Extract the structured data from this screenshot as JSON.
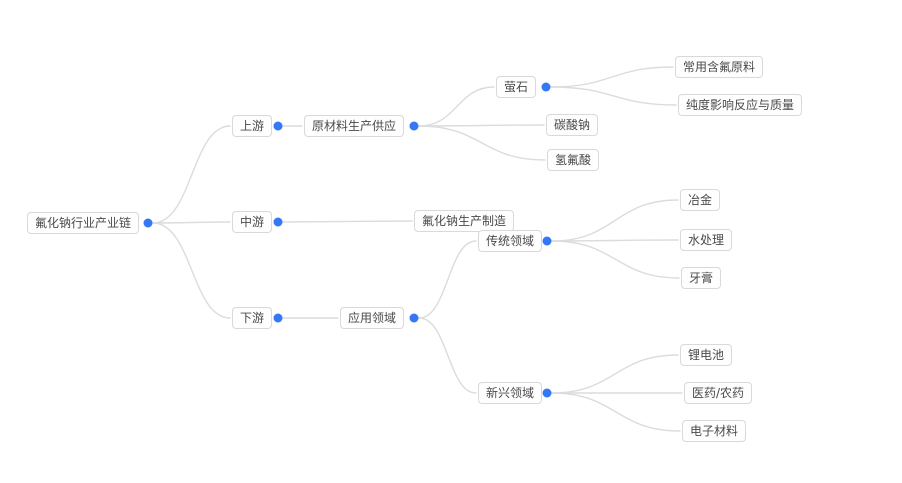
{
  "canvas": {
    "background": "#ffffff",
    "node_background": "#fefefe",
    "node_border_color": "#d9d9d9",
    "node_text_color": "#4a4a4a",
    "edge_color": "#dcdcdc",
    "dot_color": "#3478f6"
  },
  "nodes": {
    "root": "氟化钠行业产业链",
    "upstream": "上游",
    "raw_material_supply": "原材料生产供应",
    "fluorite": "萤石",
    "common_fluorine_material": "常用含氟原料",
    "purity_quality": "纯度影响反应与质量",
    "soda_ash": "碳酸钠",
    "hydrofluoric_acid": "氢氟酸",
    "midstream": "中游",
    "naf_manufacturing": "氟化钠生产制造",
    "downstream": "下游",
    "application_fields": "应用领域",
    "traditional_fields": "传统领域",
    "metallurgy": "冶金",
    "water_treatment": "水处理",
    "toothpaste": "牙膏",
    "emerging_fields": "新兴领域",
    "lithium_battery": "锂电池",
    "pharma_pesticide": "医药/农药",
    "electronic_materials": "电子材料"
  },
  "hierarchy": {
    "氟化钠行业产业链": {
      "上游": {
        "原材料生产供应": {
          "萤石": [
            "常用含氟原料",
            "纯度影响反应与质量"
          ],
          "碳酸钠": [],
          "氢氟酸": []
        }
      },
      "中游": {
        "氟化钠生产制造": []
      },
      "下游": {
        "应用领域": {
          "传统领域": [
            "冶金",
            "水处理",
            "牙膏"
          ],
          "新兴领域": [
            "锂电池",
            "医药/农药",
            "电子材料"
          ]
        }
      }
    }
  }
}
